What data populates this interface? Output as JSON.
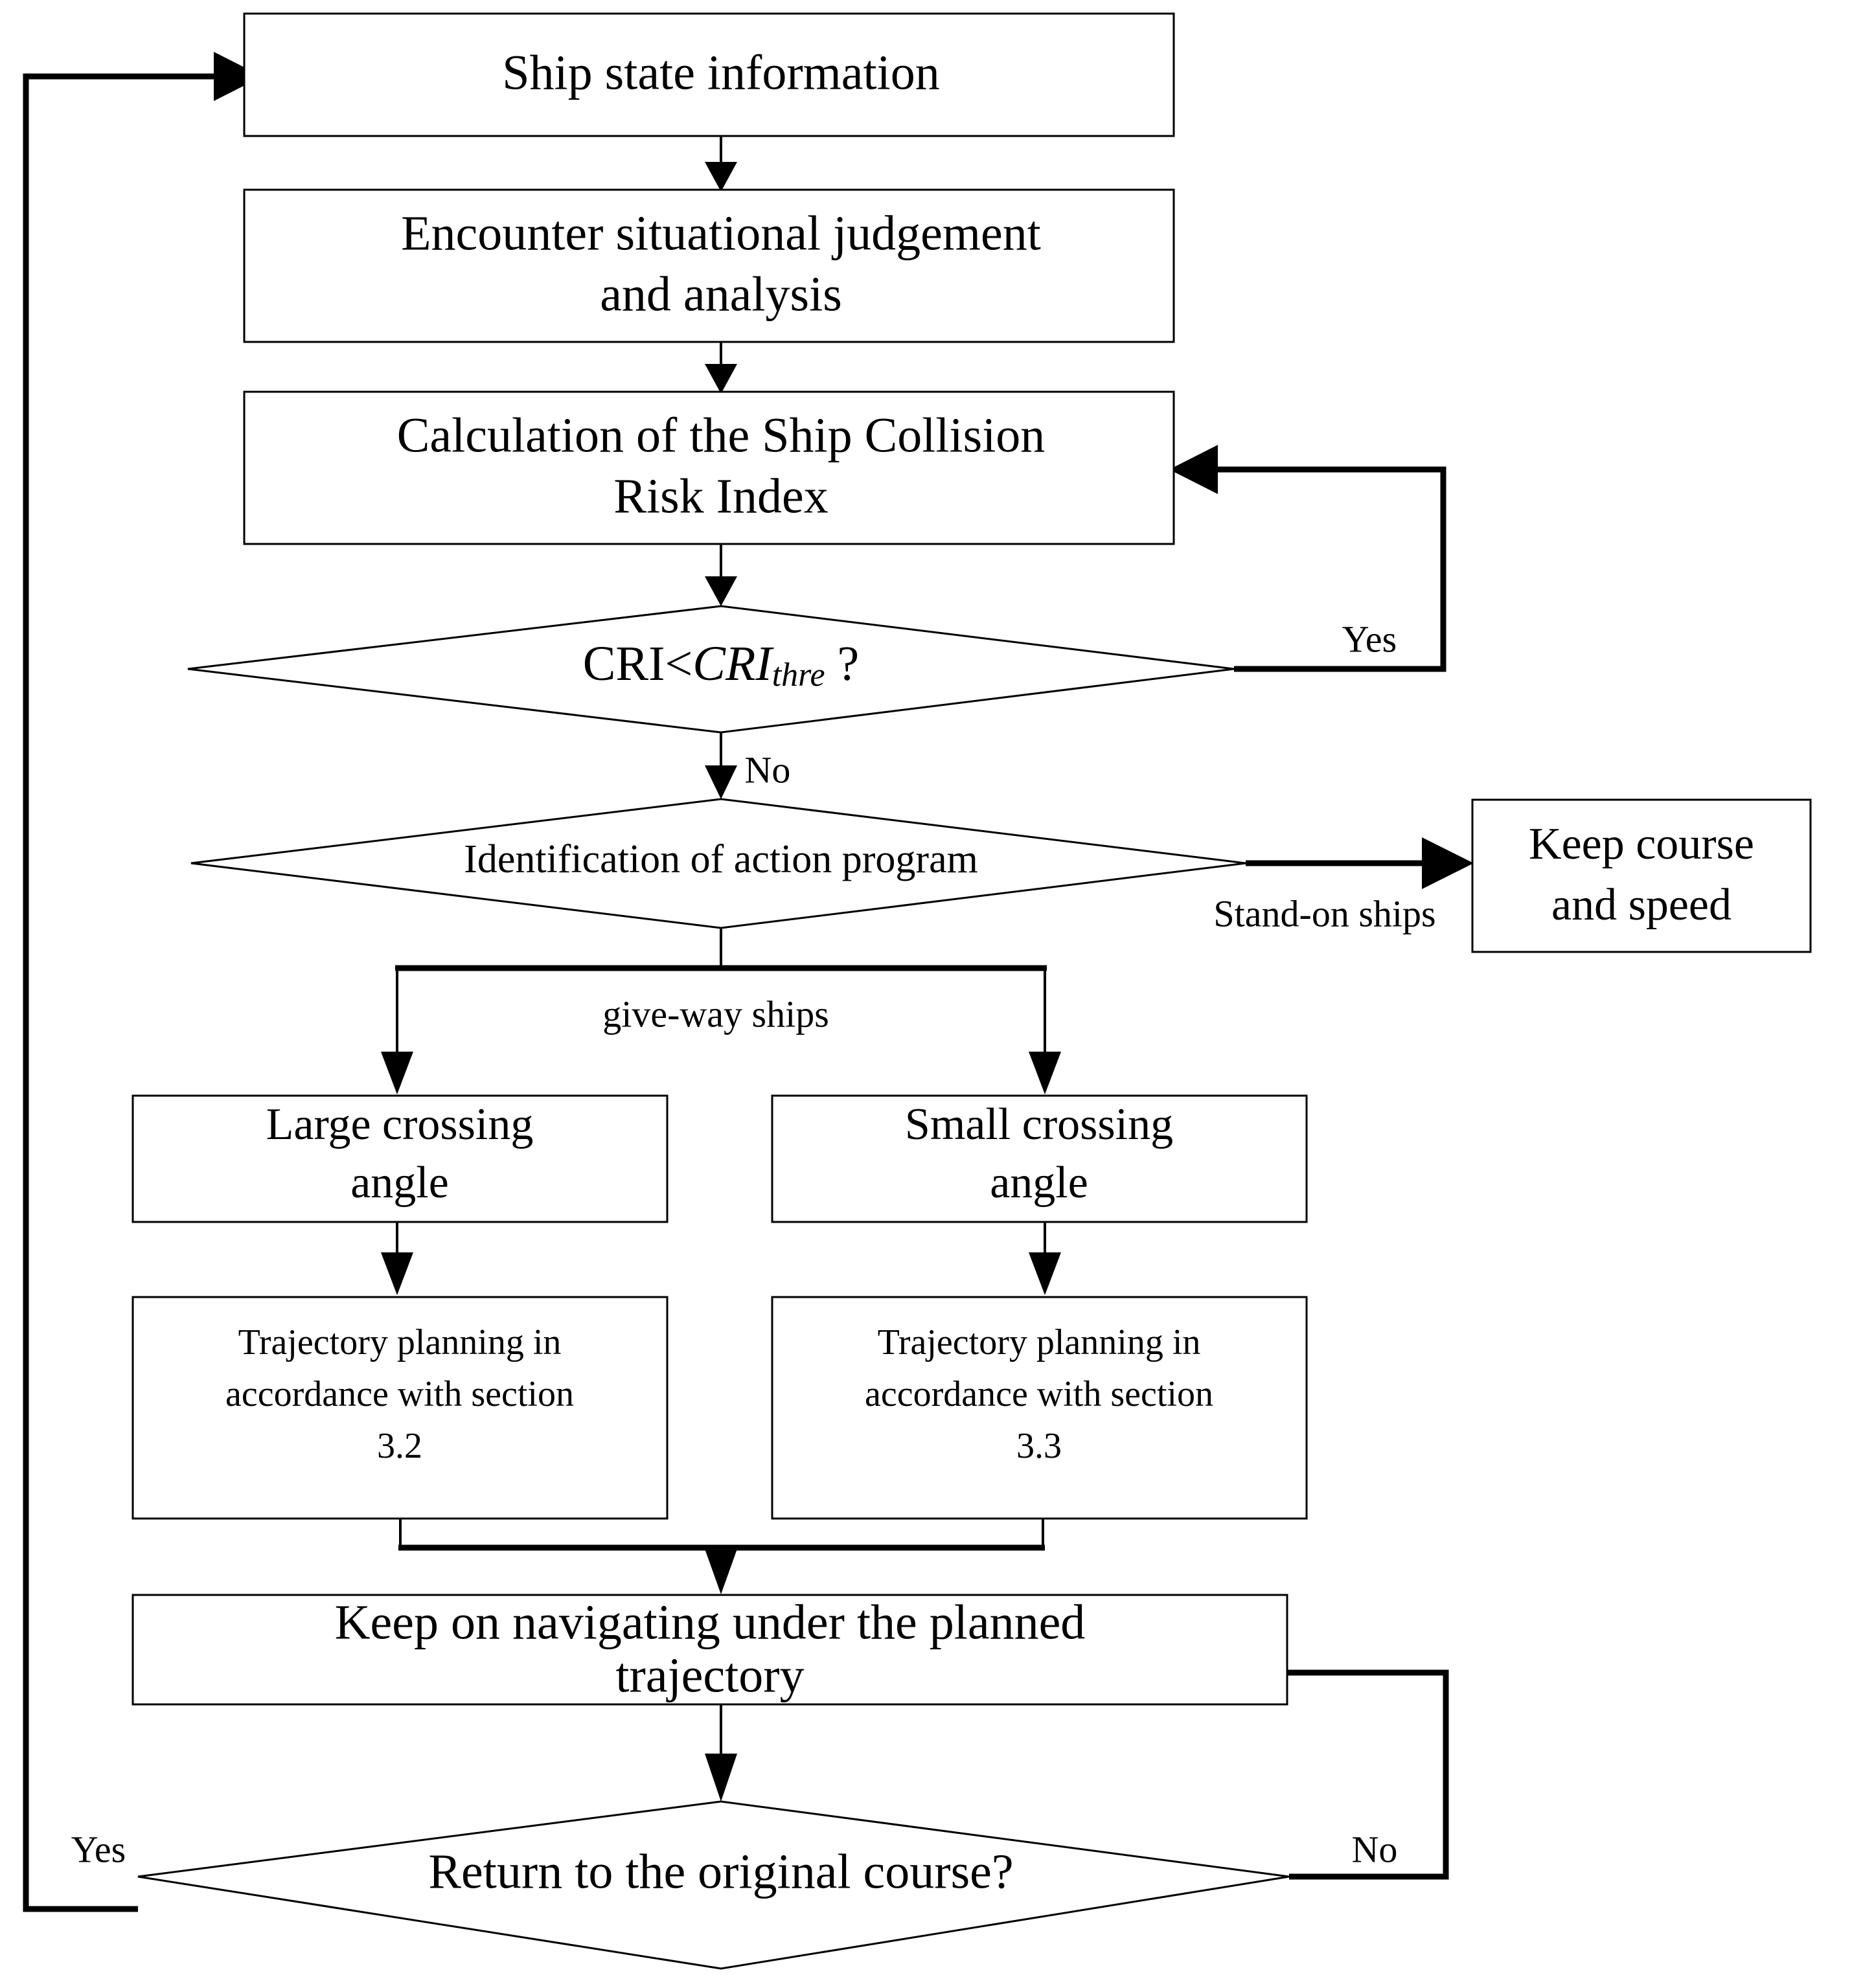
{
  "diagram": {
    "type": "flowchart",
    "title": "Ship collision avoidance decision flowchart",
    "background_color": "#ffffff",
    "line_color": "#000000"
  },
  "nodes": {
    "ship_state": {
      "label": "Ship state information",
      "shape": "rect"
    },
    "encounter": {
      "line1": "Encounter situational judgement",
      "line2": "and analysis",
      "shape": "rect"
    },
    "calc_cri": {
      "line1": "Calculation of the Ship Collision",
      "line2": "Risk Index",
      "shape": "rect"
    },
    "cri_decision": {
      "prefix": "CRI<",
      "symbol": "CRI",
      "subscript": "thre",
      "suffix": " ?",
      "shape": "diamond"
    },
    "action_decision": {
      "label": "Identification of action program",
      "shape": "diamond"
    },
    "keep_course": {
      "line1": "Keep course",
      "line2": "and speed",
      "shape": "rect"
    },
    "large_angle": {
      "line1": "Large crossing",
      "line2": "angle",
      "shape": "rect"
    },
    "small_angle": {
      "line1": "Small crossing",
      "line2": "angle",
      "shape": "rect"
    },
    "traj_32": {
      "line1": "Trajectory planning in",
      "line2": "accordance with section",
      "line3": "3.2",
      "shape": "rect"
    },
    "traj_33": {
      "line1": "Trajectory planning in",
      "line2": "accordance with section",
      "line3": "3.3",
      "shape": "rect"
    },
    "keep_nav": {
      "line1": "Keep on navigating under the planned",
      "line2": "trajectory",
      "shape": "rect"
    },
    "return_decision": {
      "label": "Return to the original course?",
      "shape": "diamond"
    }
  },
  "edge_labels": {
    "cri_yes": "Yes",
    "cri_no": "No",
    "stand_on": "Stand-on ships",
    "give_way": "give-way ships",
    "return_yes": "Yes",
    "return_no": "No"
  }
}
